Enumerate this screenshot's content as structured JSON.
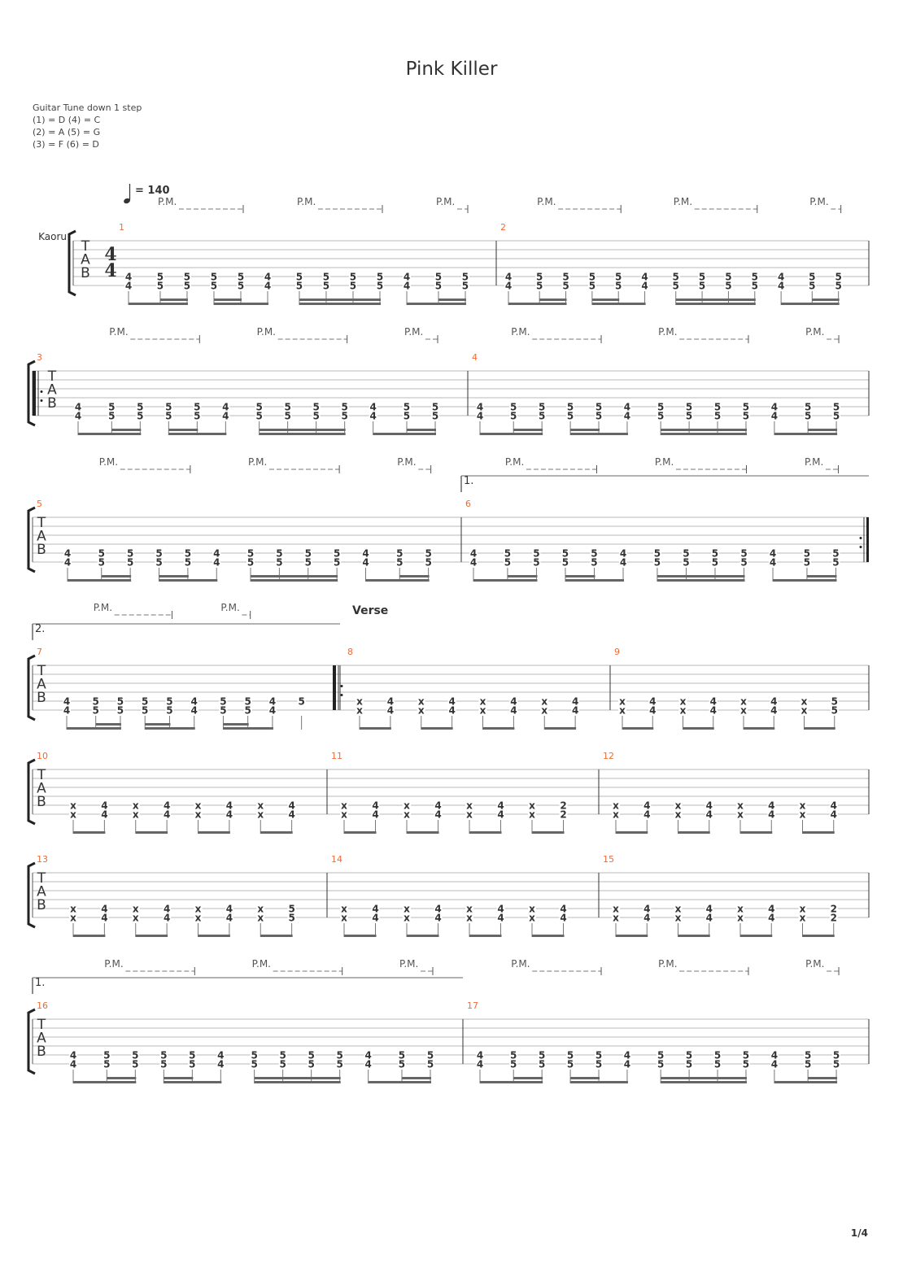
{
  "title": "Pink Killer",
  "tuning": [
    "Guitar Tune down 1 step",
    "(1) = D (4) = C",
    "(2) = A (5) = G",
    "(3) = F (6) = D"
  ],
  "tempo": "= 140",
  "track": "Kaoru",
  "time_signature": [
    "4",
    "4"
  ],
  "tab_letters": [
    "T",
    "A",
    "B"
  ],
  "pm_label": "P.M.",
  "page_number": "1/4",
  "colors": {
    "measure_number": "#f06a35",
    "staff": "#b8b8b8",
    "beam": "#666666",
    "text": "#333333"
  },
  "patterns": {
    "riff": {
      "notes": [
        [
          "4",
          "4"
        ],
        [
          "5",
          "5"
        ],
        [
          "5",
          "5"
        ],
        [
          "5",
          "5"
        ],
        [
          "5",
          "5"
        ],
        [
          "4",
          "4"
        ],
        [
          "5",
          "5"
        ],
        [
          "5",
          "5"
        ],
        [
          "5",
          "5"
        ],
        [
          "5",
          "5"
        ],
        [
          "4",
          "4"
        ],
        [
          "5",
          "5"
        ],
        [
          "5",
          "5"
        ]
      ],
      "durations": [
        "8",
        "16",
        "16",
        "16",
        "16",
        "8",
        "16",
        "16",
        "16",
        "16",
        "8",
        "16",
        "16"
      ],
      "groups": [
        [
          0,
          2
        ],
        [
          3,
          5
        ],
        [
          6,
          9
        ],
        [
          10,
          12
        ]
      ],
      "pm": [
        [
          1,
          4
        ],
        [
          6,
          9
        ],
        [
          11,
          12
        ]
      ]
    },
    "ending2": {
      "notes": [
        [
          "4",
          "4"
        ],
        [
          "5",
          "5"
        ],
        [
          "5",
          "5"
        ],
        [
          "5",
          "5"
        ],
        [
          "5",
          "5"
        ],
        [
          "4",
          "4"
        ],
        [
          "5",
          "5"
        ],
        [
          "5",
          "5"
        ],
        [
          "4",
          "4"
        ],
        [
          "5",
          ""
        ]
      ],
      "durations": [
        "8",
        "16",
        "16",
        "16",
        "16",
        "8",
        "16",
        "16",
        "8",
        "4"
      ],
      "groups": [
        [
          0,
          2
        ],
        [
          3,
          5
        ],
        [
          6,
          8
        ],
        [
          9,
          9
        ]
      ],
      "pm": [
        [
          1,
          4
        ],
        [
          6,
          7
        ]
      ]
    },
    "verse": {
      "notes": [
        [
          "x",
          "x"
        ],
        [
          "4",
          "4"
        ],
        [
          "x",
          "x"
        ],
        [
          "4",
          "4"
        ],
        [
          "x",
          "x"
        ],
        [
          "4",
          "4"
        ],
        [
          "x",
          "x"
        ],
        [
          "4",
          "4"
        ]
      ],
      "durations": [
        "8",
        "8",
        "8",
        "8",
        "8",
        "8",
        "8",
        "8"
      ],
      "groups": [
        [
          0,
          1
        ],
        [
          2,
          3
        ],
        [
          4,
          5
        ],
        [
          6,
          7
        ]
      ],
      "pm": []
    }
  },
  "measures": [
    {
      "number": "1",
      "pattern": "riff"
    },
    {
      "number": "2",
      "pattern": "riff"
    },
    {
      "number": "3",
      "pattern": "riff",
      "repeat_start": true
    },
    {
      "number": "4",
      "pattern": "riff"
    },
    {
      "number": "5",
      "pattern": "riff"
    },
    {
      "number": "6",
      "pattern": "riff",
      "volta": "1.",
      "repeat_end": true
    },
    {
      "number": "7",
      "pattern": "ending2",
      "volta": "2."
    },
    {
      "number": "8",
      "pattern": "verse",
      "section": "Verse",
      "repeat_start": true
    },
    {
      "number": "9",
      "pattern": "verse",
      "last": [
        "5",
        "5"
      ]
    },
    {
      "number": "10",
      "pattern": "verse"
    },
    {
      "number": "11",
      "pattern": "verse",
      "last": [
        "2",
        "2"
      ]
    },
    {
      "number": "12",
      "pattern": "verse"
    },
    {
      "number": "13",
      "pattern": "verse",
      "last": [
        "5",
        "5"
      ]
    },
    {
      "number": "14",
      "pattern": "verse"
    },
    {
      "number": "15",
      "pattern": "verse",
      "last": [
        "2",
        "2"
      ]
    },
    {
      "number": "16",
      "pattern": "riff",
      "volta": "1."
    },
    {
      "number": "17",
      "pattern": "riff"
    }
  ]
}
